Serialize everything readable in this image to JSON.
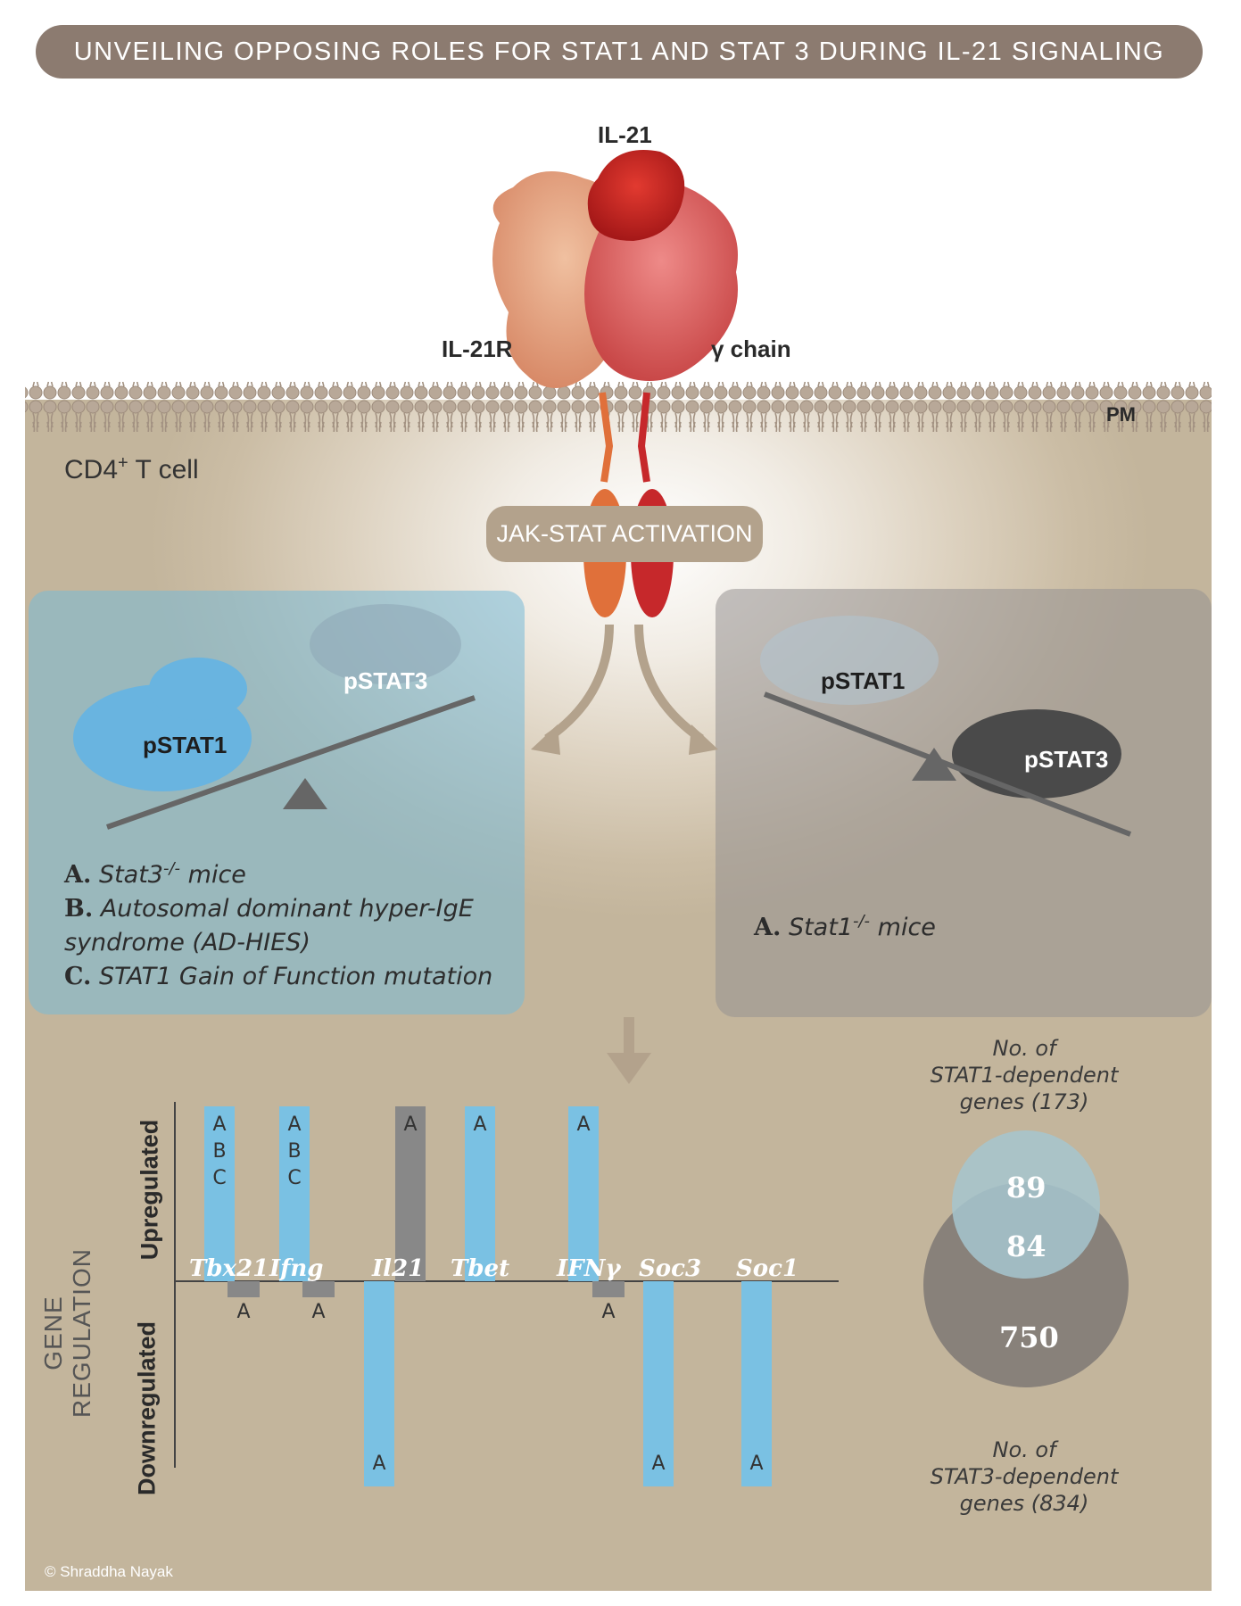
{
  "title": "UNVEILING OPPOSING ROLES FOR STAT1 AND STAT 3 DURING IL-21 SIGNALING",
  "labels": {
    "il21": "IL-21",
    "il21r": "IL-21R",
    "gamma_chain": "γ chain",
    "pm": "PM",
    "cell_prefix": "CD4",
    "cell_sup": "+",
    "cell_suffix": " T cell",
    "jak_stat": "JAK-STAT ACTIVATION"
  },
  "left_panel": {
    "pstat1": "pSTAT1",
    "pstat3": "pSTAT3",
    "items": [
      {
        "letter": "A.",
        "text_pre": "Stat3",
        "sup": "-/-",
        "text_post": " mice"
      },
      {
        "letter": "B.",
        "text": "Autosomal dominant hyper-IgE"
      },
      {
        "letter": "",
        "text": "syndrome (AD-HIES)"
      },
      {
        "letter": "C.",
        "text": "STAT1 Gain of Function mutation"
      }
    ]
  },
  "right_panel": {
    "pstat1": "pSTAT1",
    "pstat3": "pSTAT3",
    "items": [
      {
        "letter": "A.",
        "text_pre": "Stat1",
        "sup": "-/-",
        "text_post": " mice"
      }
    ]
  },
  "gene_chart": {
    "axis_title": "GENE REGULATION",
    "up_label": "Upregulated",
    "down_label": "Downregulated",
    "genes": [
      "Tbx21",
      "Ifng",
      "Il21",
      "Tbet",
      "IFNγ",
      "Soc3",
      "Soc1"
    ]
  },
  "chart_data": {
    "type": "bar",
    "categories": [
      "Tbx21",
      "Ifng",
      "Il21",
      "Tbet",
      "IFNγ",
      "Soc3",
      "Soc1"
    ],
    "bars": [
      {
        "gene": "Tbx21",
        "color": "#7ac1e3",
        "direction": "up",
        "magnitude": 3,
        "letters": "A B C"
      },
      {
        "gene": "Tbx21",
        "color": "#888888",
        "direction": "down",
        "magnitude": 0.3,
        "letters": "A"
      },
      {
        "gene": "Ifng",
        "color": "#7ac1e3",
        "direction": "up",
        "magnitude": 3,
        "letters": "A B C"
      },
      {
        "gene": "Ifng",
        "color": "#888888",
        "direction": "down",
        "magnitude": 0.3,
        "letters": "A"
      },
      {
        "gene": "Il21",
        "color": "#888888",
        "direction": "up",
        "magnitude": 3,
        "letters": "A"
      },
      {
        "gene": "Il21",
        "color": "#7ac1e3",
        "direction": "down",
        "magnitude": 3,
        "letters": "A"
      },
      {
        "gene": "Tbet",
        "color": "#7ac1e3",
        "direction": "up",
        "magnitude": 3,
        "letters": "A"
      },
      {
        "gene": "IFNγ",
        "color": "#7ac1e3",
        "direction": "up",
        "magnitude": 3,
        "letters": "A"
      },
      {
        "gene": "IFNγ",
        "color": "#888888",
        "direction": "down",
        "magnitude": 0.3,
        "letters": "A"
      },
      {
        "gene": "Soc3",
        "color": "#7ac1e3",
        "direction": "down",
        "magnitude": 3,
        "letters": "A"
      },
      {
        "gene": "Soc1",
        "color": "#7ac1e3",
        "direction": "down",
        "magnitude": 3,
        "letters": "A"
      }
    ]
  },
  "venn": {
    "top_label": [
      "No. of",
      "STAT1-dependent",
      "genes (173)"
    ],
    "bottom_label": [
      "No. of",
      "STAT3-dependent",
      "genes (834)"
    ],
    "stat1_only": "89",
    "overlap": "84",
    "stat3_only": "750"
  },
  "credit": "© Shraddha Nayak",
  "colors": {
    "title_bg": "#8c7b70",
    "blue_bar": "#7ac1e3",
    "grey_bar": "#888888",
    "il21r": "#e0703a",
    "gamma": "#c6282b"
  }
}
